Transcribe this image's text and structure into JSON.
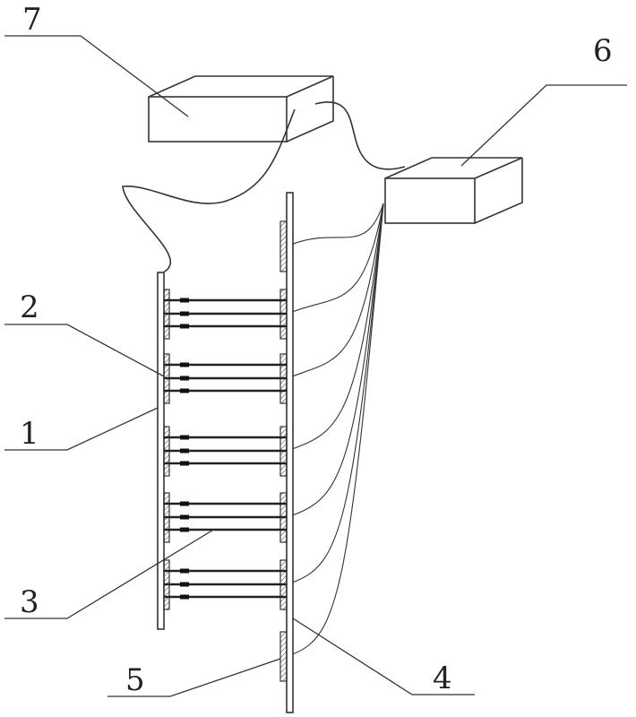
{
  "labels": {
    "l1": "1",
    "l2": "2",
    "l3": "3",
    "l4": "4",
    "l5": "5",
    "l6": "6",
    "l7": "7"
  },
  "colors": {
    "ink": "#333333",
    "background": "#ffffff"
  }
}
